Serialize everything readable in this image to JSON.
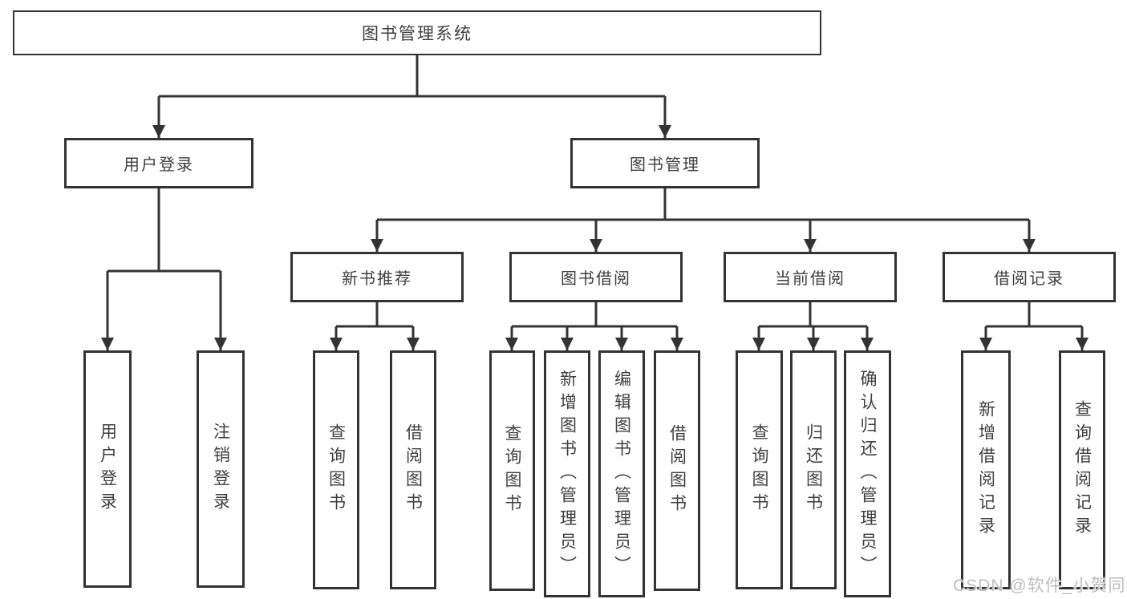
{
  "tree": {
    "root": {
      "label": "图书管理系统",
      "children": [
        {
          "label": "用户登录",
          "children": [
            {
              "label": "用户登录"
            },
            {
              "label": "注销登录"
            }
          ]
        },
        {
          "label": "图书管理",
          "children": [
            {
              "label": "新书推荐",
              "children": [
                {
                  "label": "查询图书"
                },
                {
                  "label": "借阅图书"
                }
              ]
            },
            {
              "label": "图书借阅",
              "children": [
                {
                  "label": "查询图书"
                },
                {
                  "label": "新增图书（管理员）"
                },
                {
                  "label": "编辑图书（管理员）"
                },
                {
                  "label": "借阅图书"
                }
              ]
            },
            {
              "label": "当前借阅",
              "children": [
                {
                  "label": "查询图书"
                },
                {
                  "label": "归还图书"
                },
                {
                  "label": "确认归还（管理员）"
                }
              ]
            },
            {
              "label": "借阅记录",
              "children": [
                {
                  "label": "新增借阅记录"
                },
                {
                  "label": "查询借阅记录"
                }
              ]
            }
          ]
        }
      ]
    }
  },
  "watermark": {
    "text": "CSDN @软件_小贺同学"
  },
  "colors": {
    "line": "#333333",
    "box_border": "#333333",
    "text": "#3f3f3f",
    "background": "#ffffff",
    "watermark": "#bdbdbd"
  }
}
